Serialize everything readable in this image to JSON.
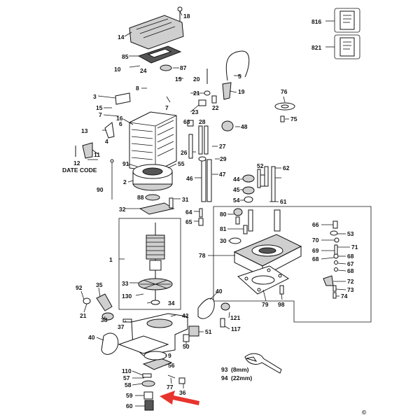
{
  "callouts": {
    "c1": "1",
    "c2": "2",
    "c3": "3",
    "c4": "4",
    "c5": "5",
    "c6": "6",
    "c7": "7",
    "c7b": "7",
    "c8": "8",
    "c9": "9",
    "c10": "10",
    "c11": "11",
    "c12": "12",
    "c13": "13",
    "c14": "14",
    "c15a": "15",
    "c15b": "15",
    "c16": "16",
    "c18": "18",
    "c19": "19",
    "c20": "20",
    "c21a": "21",
    "c21b": "21",
    "c22": "22",
    "c23": "23",
    "c24": "24",
    "c26": "26",
    "c27": "27",
    "c28": "28",
    "c29": "29",
    "c30": "30",
    "c31": "31",
    "c32": "32",
    "c33": "33",
    "c34": "34",
    "c35": "35",
    "c36": "36",
    "c37": "37",
    "c38": "38",
    "c40a": "40",
    "c40b": "40",
    "c42": "42",
    "c44": "44",
    "c45": "45",
    "c46": "46",
    "c47": "47",
    "c48": "48",
    "c50": "50",
    "c51": "51",
    "c52": "52",
    "c53": "53",
    "c54": "54",
    "c55": "55",
    "c56": "56",
    "c57": "57",
    "c58": "58",
    "c59": "59",
    "c60": "60",
    "c61": "61",
    "c62": "62",
    "c63": "63",
    "c64": "64",
    "c65": "65",
    "c66": "66",
    "c67": "67",
    "c68a": "68",
    "c68b": "68",
    "c68c": "68",
    "c69": "69",
    "c70": "70",
    "c71": "71",
    "c72": "72",
    "c73": "73",
    "c74": "74",
    "c75": "75",
    "c76": "76",
    "c77": "77",
    "c78": "78",
    "c79": "79",
    "c80": "80",
    "c81": "81",
    "c85": "85",
    "c87": "87",
    "c88": "88",
    "c90": "90",
    "c91": "91",
    "c92": "92",
    "c93": "93",
    "c94": "94",
    "c98": "98",
    "c110": "110",
    "c117": "117",
    "c121": "121",
    "c130": "130",
    "c816": "816",
    "c821": "821"
  },
  "date_code_label": "DATE CODE",
  "wrench_sizes": {
    "s93": "(8mm)",
    "s94": "(22mm)"
  },
  "copyright": "©",
  "highlight_arrow_color": "#e8342e"
}
